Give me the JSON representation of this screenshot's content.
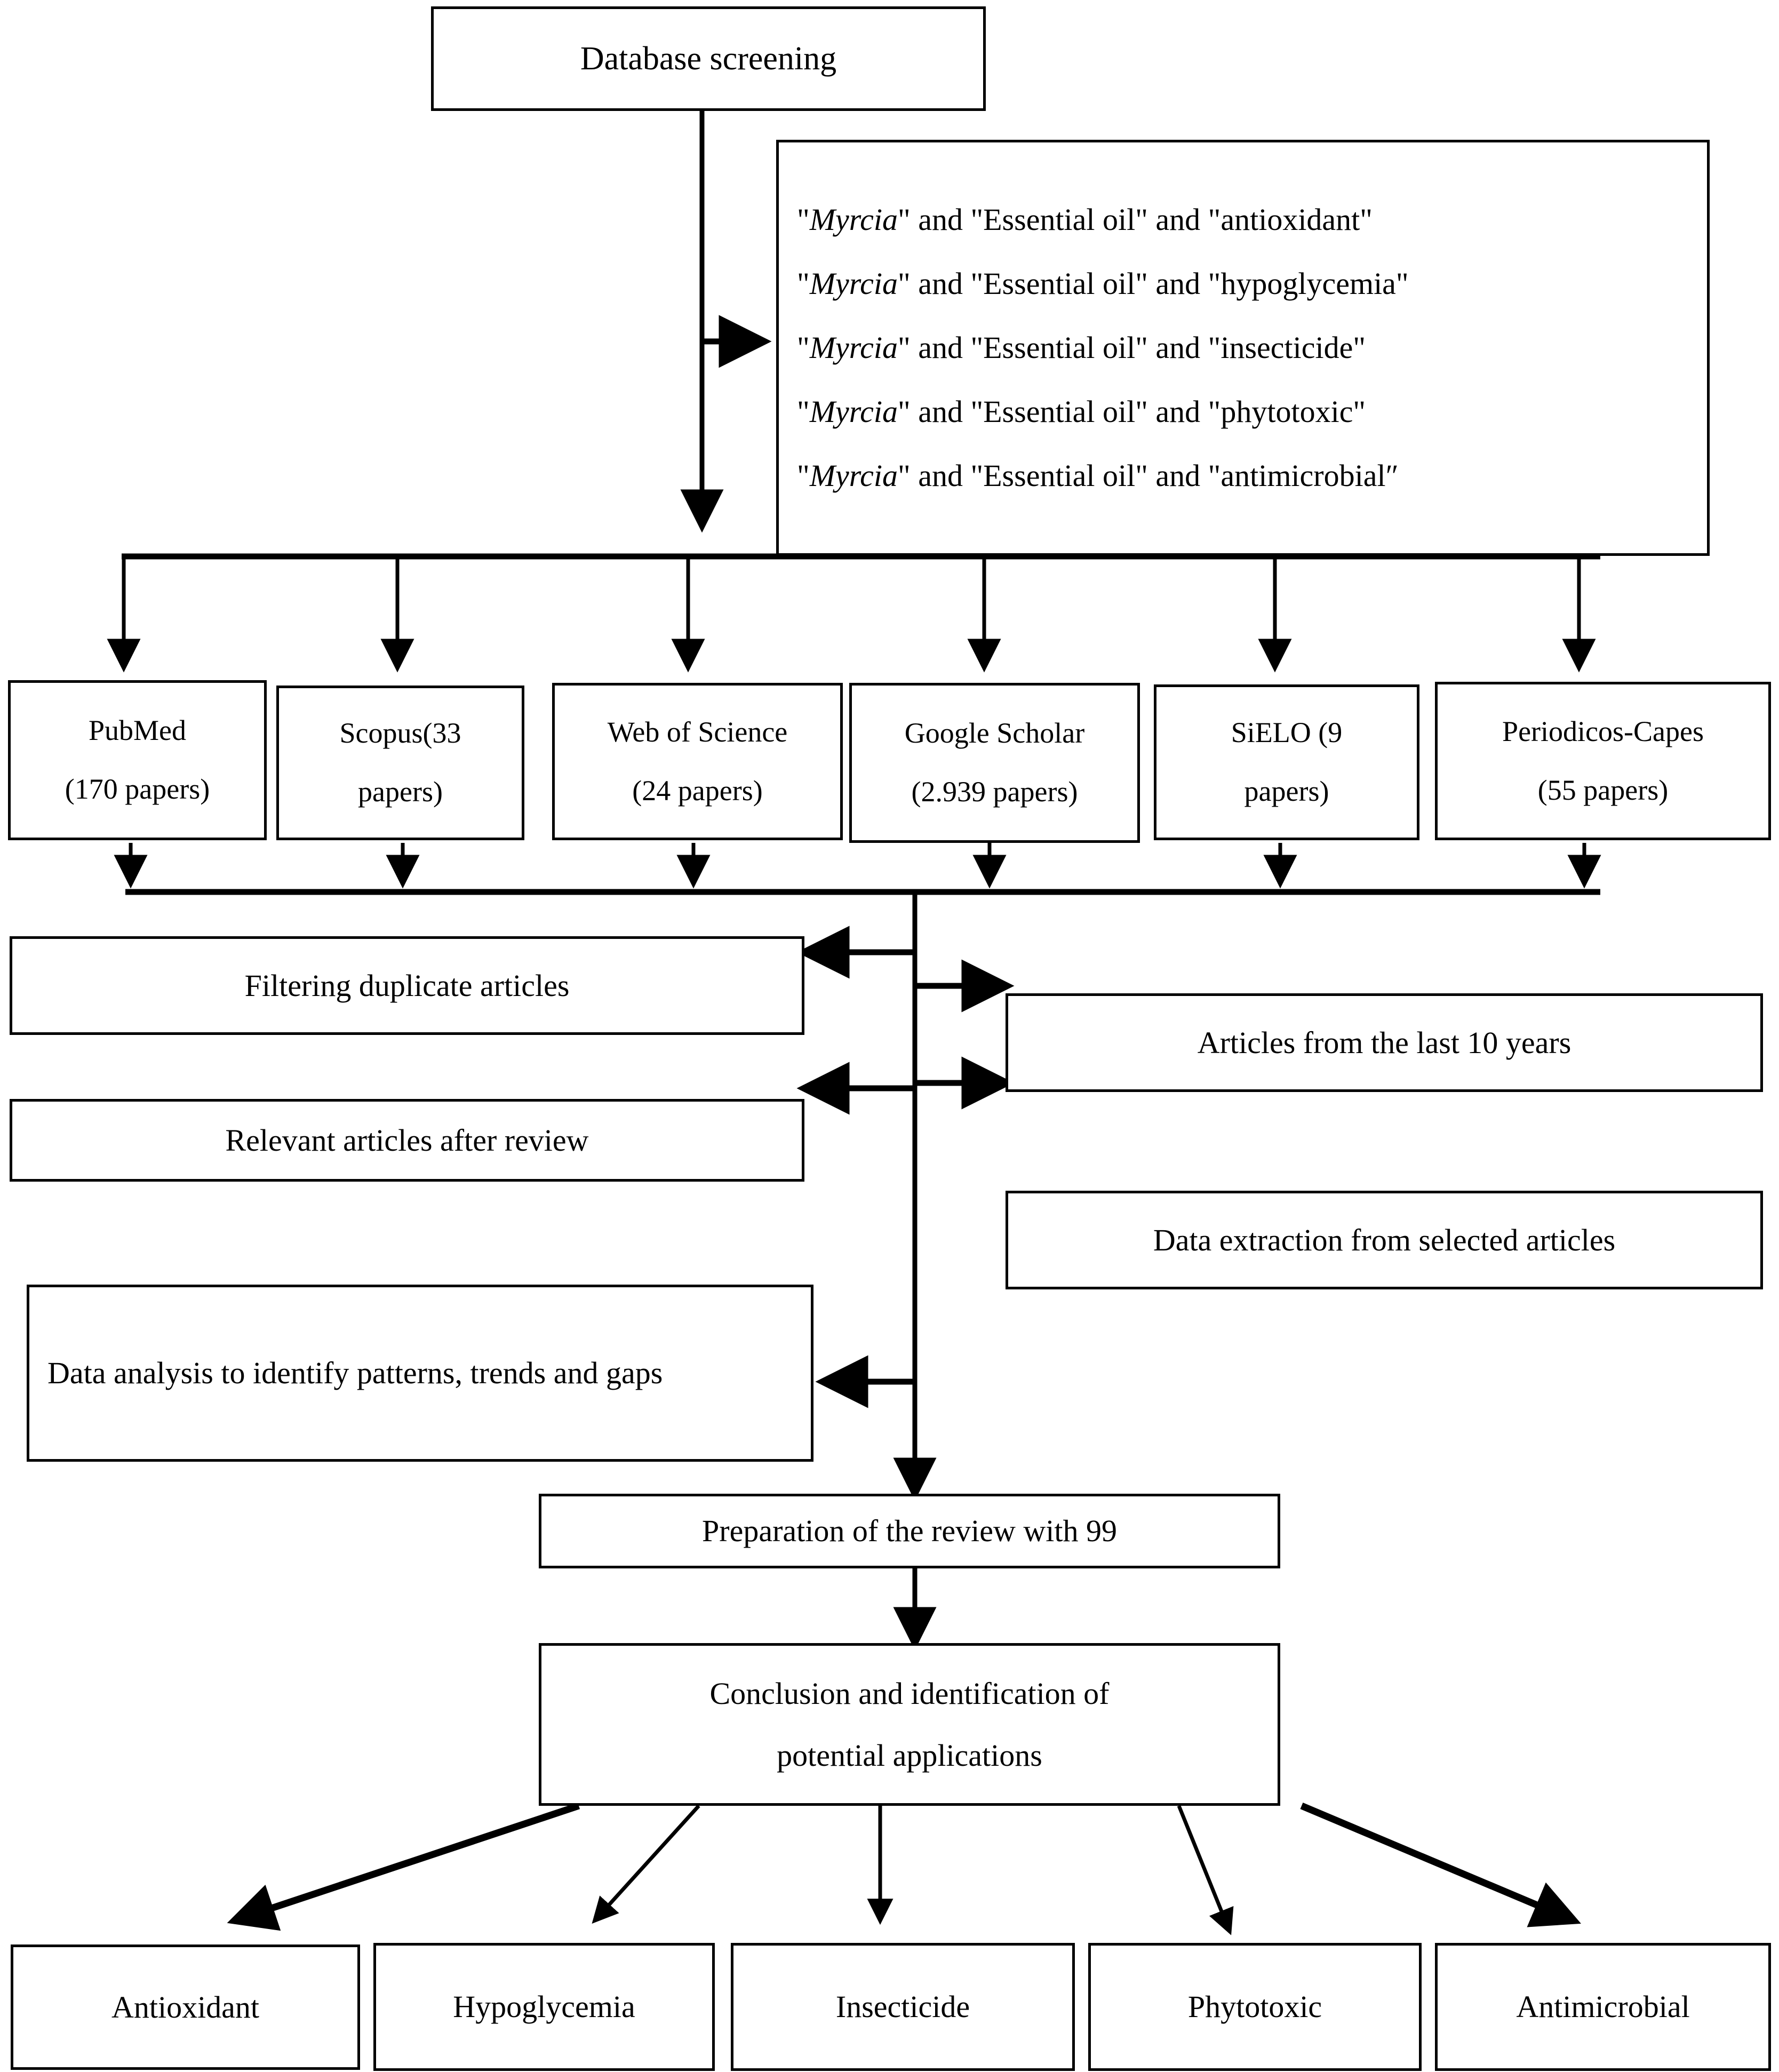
{
  "diagram": {
    "title_node": {
      "label": "Database screening"
    },
    "search_terms": {
      "name": "search-terms-box",
      "lines": [
        {
          "prefix": "\"",
          "genus": "Myrcia",
          "rest": "\" and \"Essential oil\" and \"antioxidant\""
        },
        {
          "prefix": "\"",
          "genus": "Myrcia",
          "rest": "\" and \"Essential oil\" and \"hypoglycemia\""
        },
        {
          "prefix": "\"",
          "genus": "Myrcia",
          "rest": "\" and \"Essential oil\" and \"insecticide\""
        },
        {
          "prefix": "\"",
          "genus": "Myrcia",
          "rest": "\" and \"Essential oil\" and \"phytotoxic\""
        },
        {
          "prefix": "\"",
          "genus": "Myrcia",
          "rest": "\" and \"Essential oil\" and \"antimicrobial″"
        }
      ]
    },
    "databases": [
      {
        "name": "PubMed",
        "count": "(170 papers)"
      },
      {
        "name": "Scopus(33",
        "count": "papers)"
      },
      {
        "name": "Web of Science",
        "count": "(24 papers)"
      },
      {
        "name": "Google Scholar",
        "count": "(2.939 papers)"
      },
      {
        "name": "SiELO  (9",
        "count": "papers)"
      },
      {
        "name": "Periodicos-Capes",
        "count": "(55 papers)"
      }
    ],
    "process_left": [
      {
        "label": "Filtering duplicate articles"
      },
      {
        "label": "Relevant articles after review"
      },
      {
        "label": "Data analysis to identify patterns, trends and gaps"
      }
    ],
    "process_right": [
      {
        "label": "Articles from the last 10 years"
      },
      {
        "label": "Data extraction from selected articles"
      }
    ],
    "preparation": {
      "label": "Preparation of the review with 99"
    },
    "conclusion": {
      "line1": "Conclusion and identification of",
      "line2": "potential applications"
    },
    "applications": [
      {
        "label": "Antioxidant"
      },
      {
        "label": "Hypoglycemia"
      },
      {
        "label": "Insecticide"
      },
      {
        "label": "Phytotoxic"
      },
      {
        "label": "Antimicrobial"
      }
    ]
  },
  "colors": {
    "stroke": "#000000",
    "background": "#ffffff",
    "text": "#000000"
  }
}
